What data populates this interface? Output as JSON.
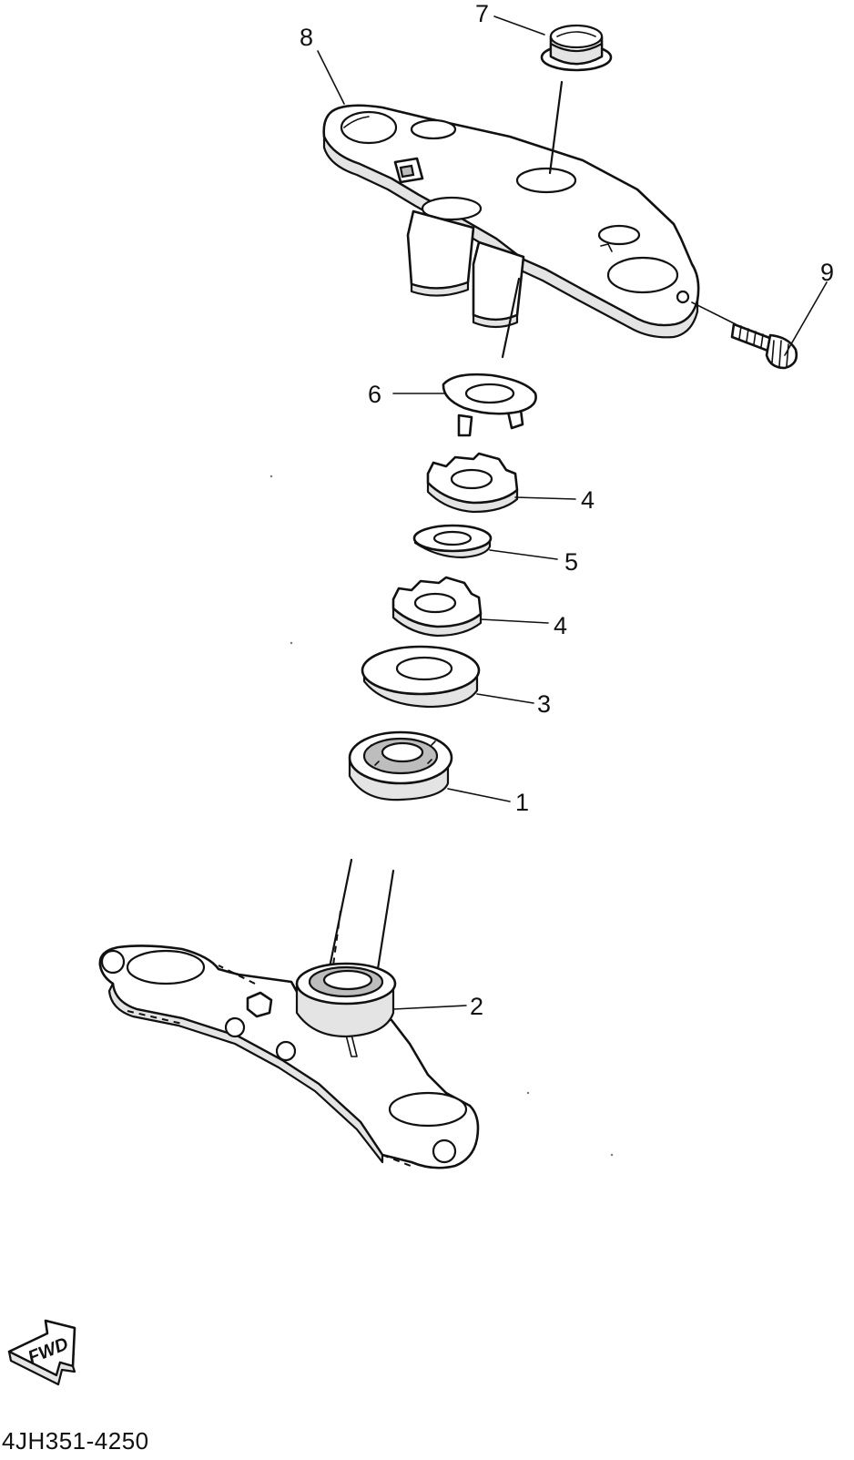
{
  "diagram": {
    "drawing_code": "4JH351-4250",
    "direction_label": "FWD",
    "callouts": [
      {
        "id": "callout-7",
        "label": "7"
      },
      {
        "id": "callout-8",
        "label": "8"
      },
      {
        "id": "callout-9",
        "label": "9"
      },
      {
        "id": "callout-6",
        "label": "6"
      },
      {
        "id": "callout-4a",
        "label": "4"
      },
      {
        "id": "callout-5",
        "label": "5"
      },
      {
        "id": "callout-4b",
        "label": "4"
      },
      {
        "id": "callout-3",
        "label": "3"
      },
      {
        "id": "callout-1",
        "label": "1"
      },
      {
        "id": "callout-2",
        "label": "2"
      }
    ]
  }
}
